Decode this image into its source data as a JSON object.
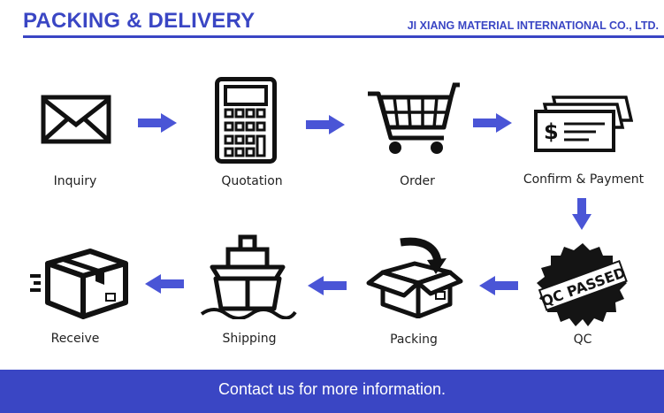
{
  "header": {
    "title": "PACKING & DELIVERY",
    "company": "JI XIANG MATERIAL INTERNATIONAL CO., LTD."
  },
  "steps": [
    {
      "label": "Inquiry",
      "icon": "envelope-icon"
    },
    {
      "label": "Quotation",
      "icon": "calculator-icon"
    },
    {
      "label": "Order",
      "icon": "shopping-cart-icon"
    },
    {
      "label": "Confirm & Payment",
      "icon": "cheque-icon"
    },
    {
      "label": "QC",
      "icon": "qc-passed-stamp-icon"
    },
    {
      "label": "Packing",
      "icon": "packing-box-icon"
    },
    {
      "label": "Shipping",
      "icon": "ship-icon"
    },
    {
      "label": "Receive",
      "icon": "delivered-box-icon"
    }
  ],
  "stamp_text": "QC PASSED",
  "cheque_symbol": "$",
  "colors": {
    "accent": "#3a46c4",
    "arrow": "#4a55d6",
    "icon": "#111111"
  },
  "footer": {
    "text": "Contact us for more information."
  }
}
